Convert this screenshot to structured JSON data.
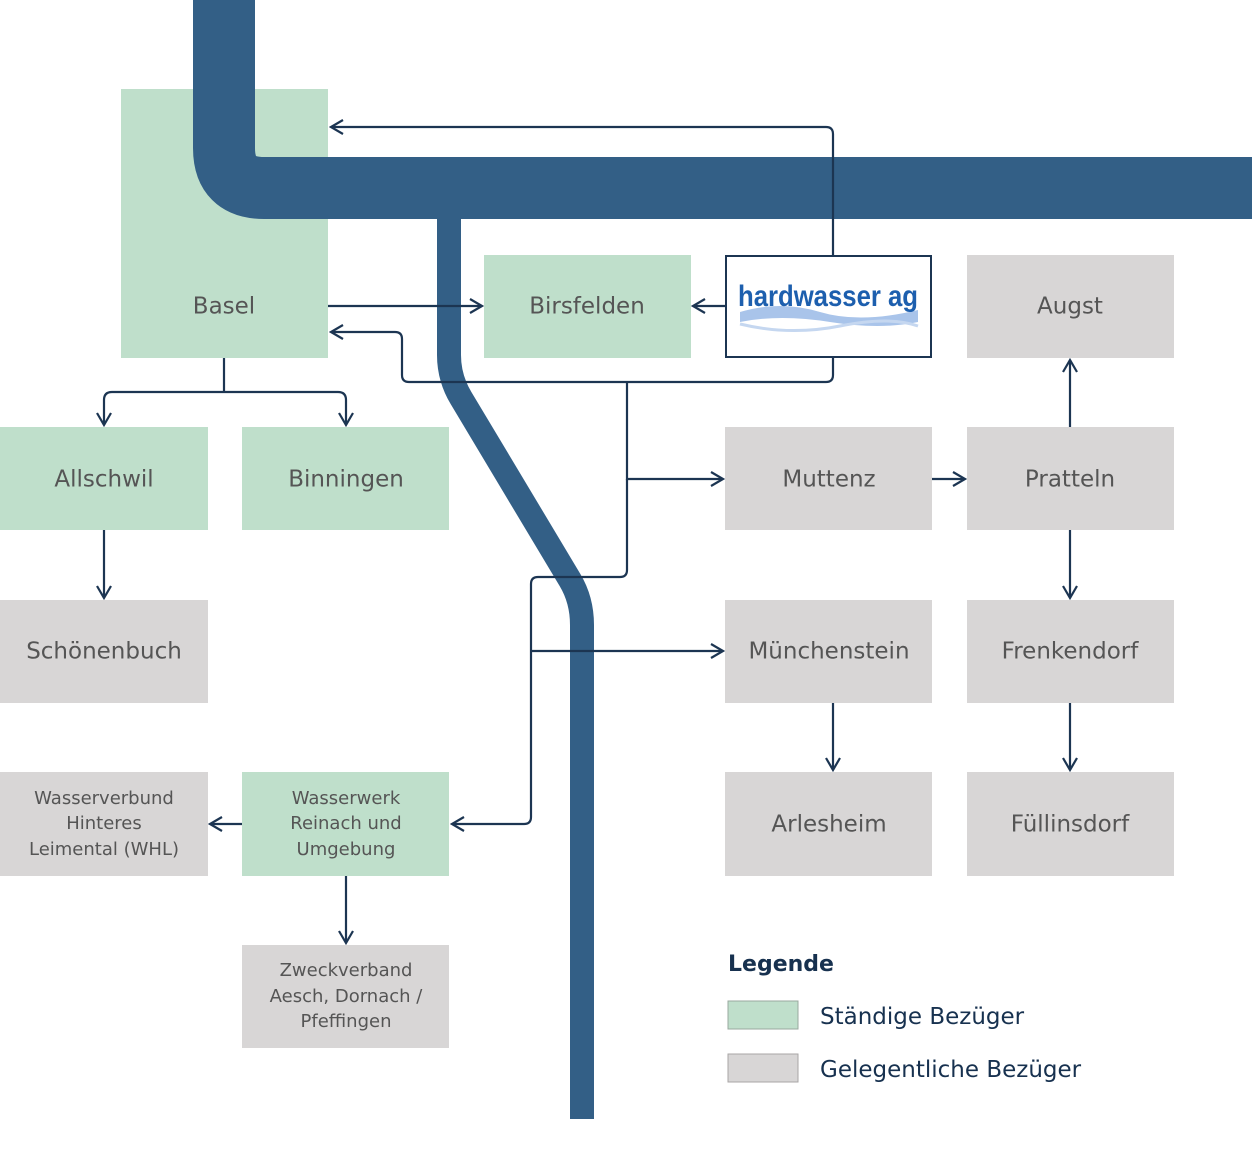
{
  "colors": {
    "river": "#335f86",
    "permanent": "#bfdfcb",
    "occasional": "#d8d6d6",
    "arrow": "#1c3552",
    "text": "#555555",
    "legend_text": "#17314f",
    "logo": "#1d5fae",
    "wave": "#a9c4ea"
  },
  "logo": {
    "text": "hardwasser ag"
  },
  "nodes": {
    "basel": "Basel",
    "birsfelden": "Birsfelden",
    "augst": "Augst",
    "allschwil": "Allschwil",
    "binningen": "Binningen",
    "muttenz": "Muttenz",
    "pratteln": "Pratteln",
    "schoenenbuch": "Schönenbuch",
    "muenchenstein": "Münchenstein",
    "frenkendorf": "Frenkendorf",
    "arlesheim": "Arlesheim",
    "fuellinsdorf": "Füllinsdorf",
    "whl": [
      "Wasserverbund",
      "Hinteres",
      "Leimental (WHL)"
    ],
    "reinach": [
      "Wasserwerk",
      "Reinach und",
      "Umgebung"
    ],
    "zweckverband": [
      "Zweckverband",
      "Aesch, Dornach /",
      "Pfeffingen"
    ]
  },
  "legend": {
    "title": "Legende",
    "permanent": "Ständige Bezüger",
    "occasional": "Gelegentliche Bezüger"
  }
}
